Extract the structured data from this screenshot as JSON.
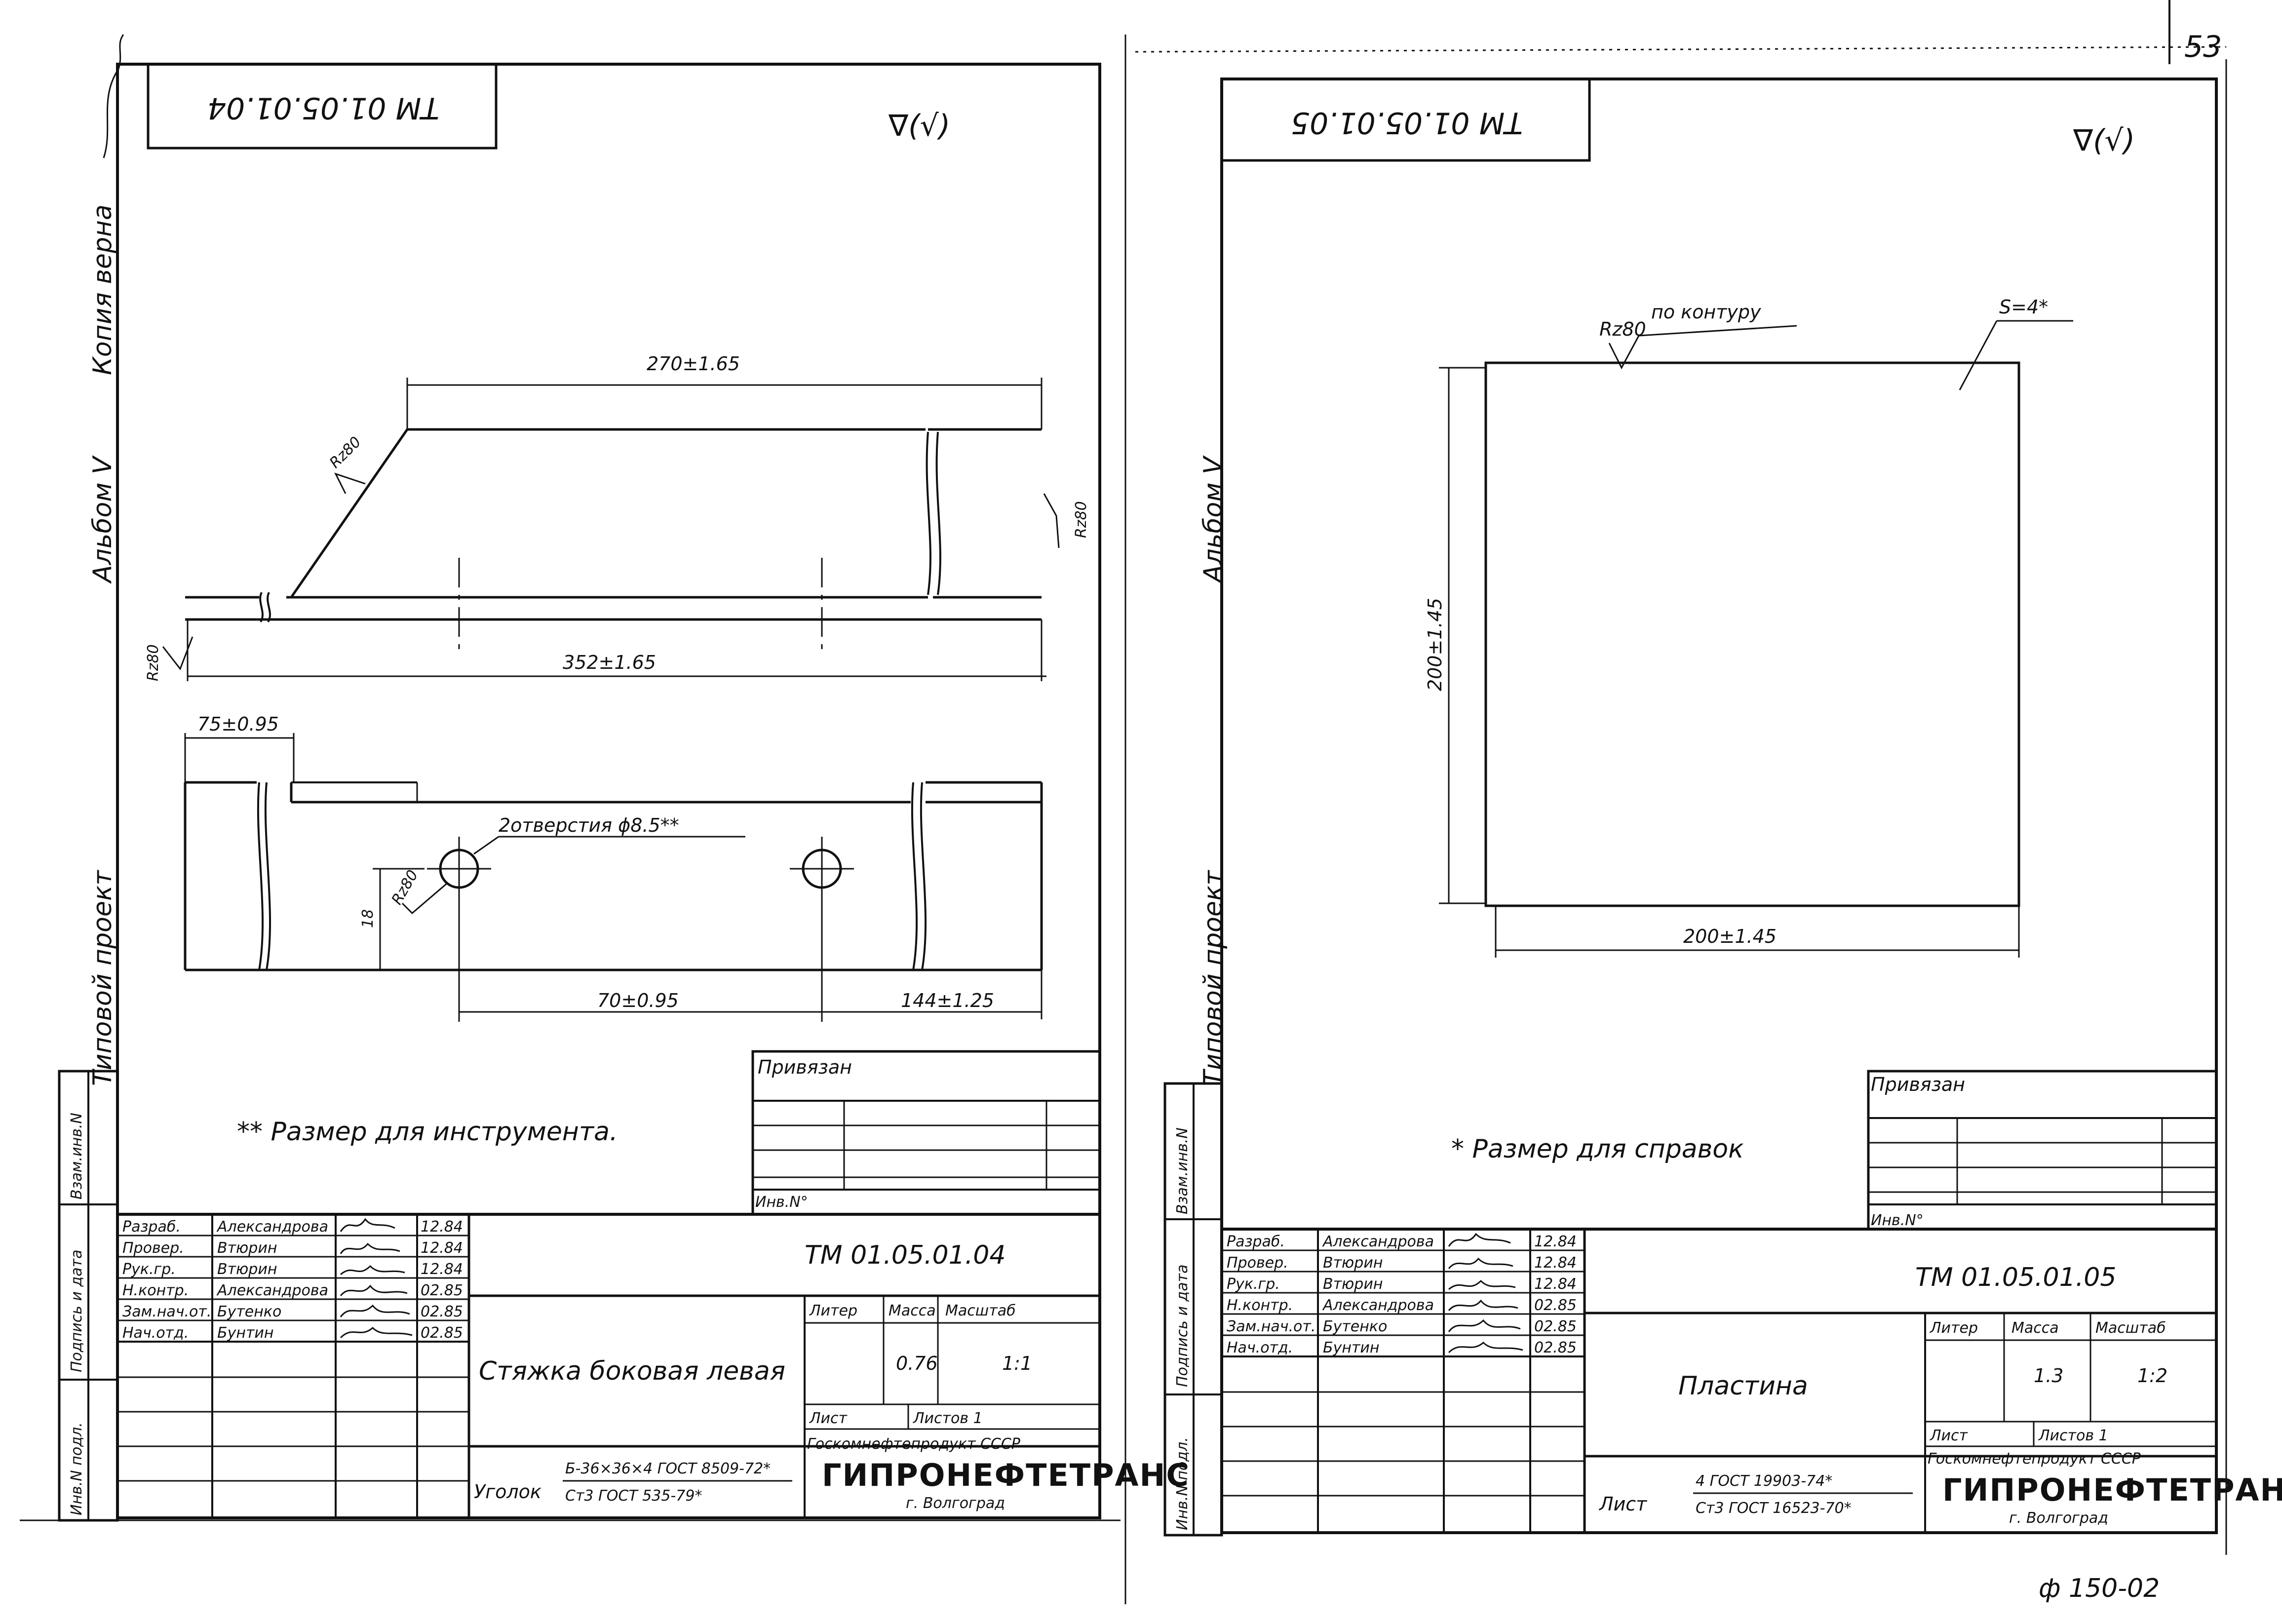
{
  "page_number": "53",
  "footer_stamp": "ф 150-02",
  "left_margin_note": {
    "album": "Альбом V",
    "copy_verified": "Копия верна",
    "project": "Типовой проект"
  },
  "right_margin_note": {
    "album": "Альбом V",
    "project": "Типовой проект"
  },
  "side_stamp_labels": [
    "Инв.N подл.",
    "Подпись и дата",
    "Взам.инв.N"
  ],
  "sheet_left": {
    "corner_code": "ТМ 01.05.01.04",
    "roughness": "∇(√)",
    "dims": {
      "top": "270±1.65",
      "bottom": "352±1.65",
      "offset": "75±0.95",
      "holes": "2отверстия ϕ8.5**",
      "hole_spacing": "70±0.95",
      "end": "144±1.25",
      "height": "18",
      "rz_a": "Rz80",
      "rz_b": "Rz80",
      "rz_c": "Rz80",
      "rz_d": "Rz80"
    },
    "note": "** Размер для инструмента.",
    "privyazan": "Привязан",
    "inv_no": "Инв.N°",
    "title_block": {
      "rows": [
        {
          "role": "Разраб.",
          "name": "Александрова",
          "date": "12.84"
        },
        {
          "role": "Провер.",
          "name": "Втюрин",
          "date": "12.84"
        },
        {
          "role": "Рук.гр.",
          "name": "Втюрин",
          "date": "12.84"
        },
        {
          "role": "Н.контр.",
          "name": "Александрова",
          "date": "02.85"
        },
        {
          "role": "Зам.нач.от.",
          "name": "Бутенко",
          "date": "02.85"
        },
        {
          "role": "Нач.отд.",
          "name": "Бунтин",
          "date": "02.85"
        }
      ],
      "doc_code": "ТМ 01.05.01.04",
      "title": "Стяжка боковая левая",
      "h_liter": "Литер",
      "h_mass": "Масса",
      "h_scale": "Масштаб",
      "mass": "0.76",
      "scale": "1:1",
      "sheet": "Лист",
      "sheets": "Листов 1",
      "mat_prefix": "Уголок",
      "mat_top": "Б-36×36×4 ГОСТ 8509-72*",
      "mat_bottom": "Ст3 ГОСТ 535-79*",
      "org_top": "Госкомнефтепродукт СССР",
      "org_name": "ГИПРОНЕФТЕТРАНС",
      "org_city": "г. Волгоград"
    }
  },
  "sheet_right": {
    "corner_code": "ТМ 01.05.01.05",
    "roughness": "∇(√)",
    "dims": {
      "rz": "Rz80",
      "contour": "по контуру",
      "thickness": "S=4*",
      "height": "200±1.45",
      "width": "200±1.45"
    },
    "note": "* Размер для справок",
    "privyazan": "Привязан",
    "inv_no": "Инв.N°",
    "title_block": {
      "rows": [
        {
          "role": "Разраб.",
          "name": "Александрова",
          "date": "12.84"
        },
        {
          "role": "Провер.",
          "name": "Втюрин",
          "date": "12.84"
        },
        {
          "role": "Рук.гр.",
          "name": "Втюрин",
          "date": "12.84"
        },
        {
          "role": "Н.контр.",
          "name": "Александрова",
          "date": "02.85"
        },
        {
          "role": "Зам.нач.от.",
          "name": "Бутенко",
          "date": "02.85"
        },
        {
          "role": "Нач.отд.",
          "name": "Бунтин",
          "date": "02.85"
        }
      ],
      "doc_code": "ТМ 01.05.01.05",
      "title": "Пластина",
      "h_liter": "Литер",
      "h_mass": "Масса",
      "h_scale": "Масштаб",
      "mass": "1.3",
      "scale": "1:2",
      "sheet": "Лист",
      "sheets": "Листов 1",
      "mat_prefix": "Лист",
      "mat_top": "4 ГОСТ 19903-74*",
      "mat_bottom": "Ст3 ГОСТ 16523-70*",
      "org_top": "Госкомнефтепродукт СССР",
      "org_name": "ГИПРОНЕФТЕТРАНС",
      "org_city": "г. Волгоград"
    }
  }
}
